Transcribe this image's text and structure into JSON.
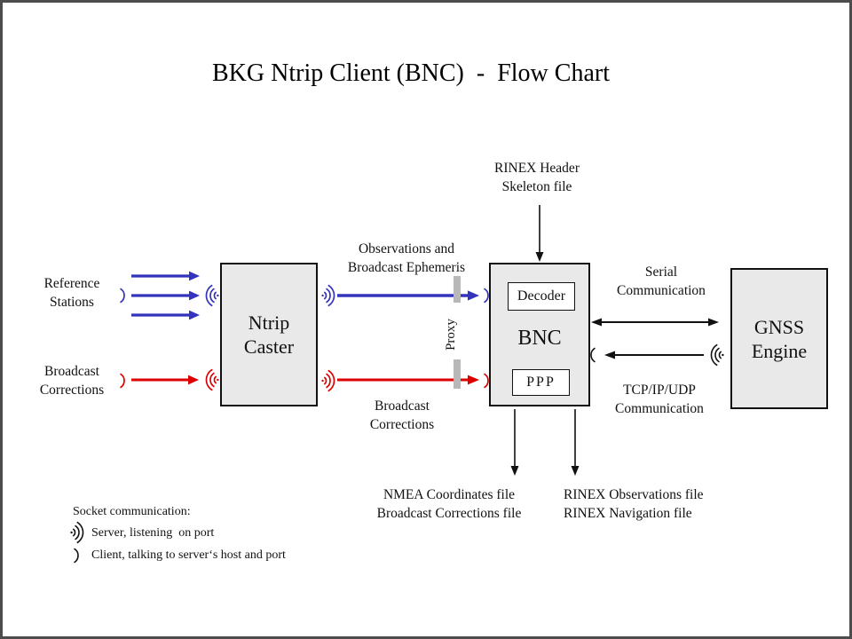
{
  "title": "BKG Ntrip Client (BNC)  -  Flow Chart",
  "colors": {
    "arrow_blue": "#3333bb",
    "arrow_red": "#dd0000",
    "arrow_black": "#111111",
    "box_fill": "#e9e9e9",
    "proxy_gray": "#b8b8b8",
    "frame_border": "#4c4c4c"
  },
  "boxes": {
    "ntrip_caster": {
      "line1": "Ntrip",
      "line2": "Caster"
    },
    "bnc": {
      "label": "BNC",
      "decoder": "Decoder",
      "ppp": "PPP"
    },
    "gnss_engine": {
      "line1": "GNSS",
      "line2": "Engine"
    }
  },
  "labels": {
    "reference_stations": {
      "line1": "Reference",
      "line2": "Stations"
    },
    "broadcast_corrections_input": {
      "line1": "Broadcast",
      "line2": "Corrections"
    },
    "observations_ephemeris": {
      "line1": "Observations and",
      "line2": "Broadcast Ephemeris"
    },
    "broadcast_corrections_stream": {
      "line1": "Broadcast",
      "line2": "Corrections"
    },
    "rinex_header_skeleton": {
      "line1": "RINEX Header",
      "line2": "Skeleton file"
    },
    "serial_communication": {
      "line1": "Serial",
      "line2": "Communication"
    },
    "tcp_communication": {
      "line1": "TCP/IP/UDP",
      "line2": "Communication"
    },
    "proxy": "Proxy",
    "nmea_output": {
      "line1": "NMEA Coordinates file",
      "line2": "Broadcast Corrections file"
    },
    "rinex_output": {
      "line1": "RINEX Observations file",
      "line2": "RINEX Navigation file"
    }
  },
  "legend": {
    "title": "Socket communication:",
    "server": "Server, listening  on port",
    "client": "Client, talking to server‘s host and port"
  },
  "icons": {
    "server_socket": "three concentric arcs with dot — )))",
    "client_socket": "single arc — )"
  }
}
